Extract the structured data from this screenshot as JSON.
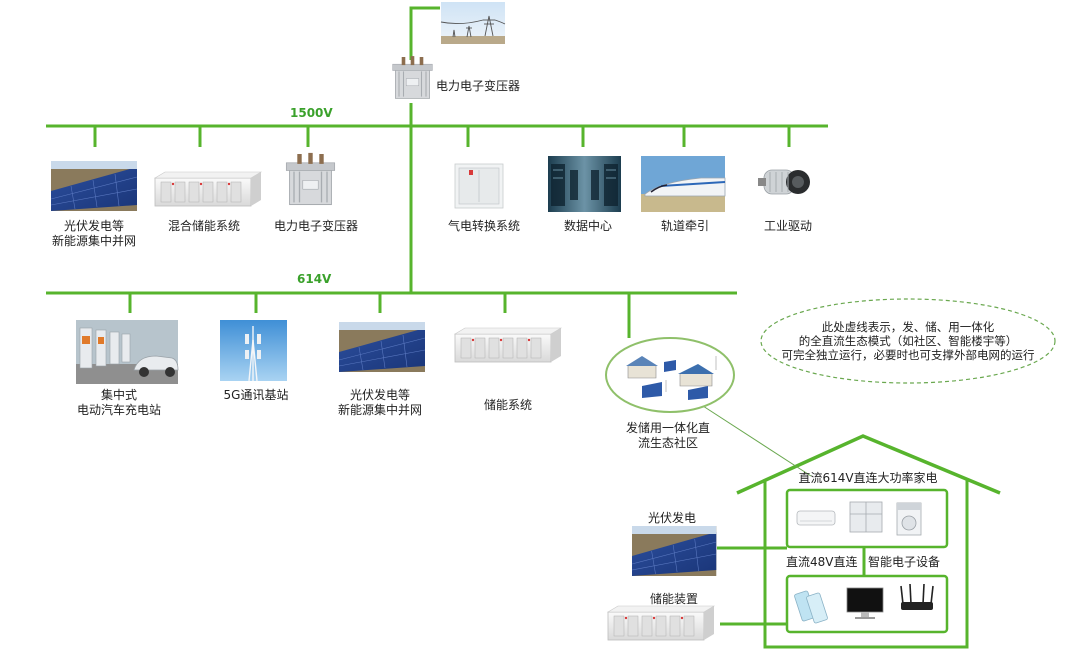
{
  "colors": {
    "bus": "#57b42d",
    "ellipse": "#8fc06a",
    "label_green": "#3aa12b"
  },
  "top": {
    "transformer_label": "电力电子变压器"
  },
  "bus_1500": {
    "label": "1500V",
    "items": [
      {
        "id": "pv",
        "lines": [
          "光伏发电等",
          "新能源集中并网"
        ]
      },
      {
        "id": "hybrid-storage",
        "lines": [
          "混合储能系统"
        ]
      },
      {
        "id": "pet",
        "lines": [
          "电力电子变压器"
        ]
      },
      {
        "id": "gas-electric",
        "lines": [
          "气电转换系统"
        ]
      },
      {
        "id": "data-center",
        "lines": [
          "数据中心"
        ]
      },
      {
        "id": "rail",
        "lines": [
          "轨道牵引"
        ]
      },
      {
        "id": "industrial",
        "lines": [
          "工业驱动"
        ]
      }
    ]
  },
  "bus_614": {
    "label": "614V",
    "items": [
      {
        "id": "ev-charging",
        "lines": [
          "集中式",
          "电动汽车充电站"
        ]
      },
      {
        "id": "5g",
        "lines": [
          "5G通讯基站"
        ]
      },
      {
        "id": "pv2",
        "lines": [
          "光伏发电等",
          "新能源集中并网"
        ]
      },
      {
        "id": "storage",
        "lines": [
          "储能系统"
        ]
      },
      {
        "id": "community",
        "lines": [
          "发储用一体化直",
          "流生态社区"
        ]
      }
    ]
  },
  "note": {
    "lines": [
      "此处虚线表示，发、储、用一体化",
      "的全直流生态模式（如社区、智能楼宇等）",
      "可完全独立运行，必要时也可支撑外部电网的运行"
    ]
  },
  "house": {
    "label_614": "直流614V直连大功率家电",
    "label_48": "直流48V直连",
    "label_smart": "智能电子设备",
    "pv_label": "光伏发电",
    "storage_label": "储能装置"
  }
}
